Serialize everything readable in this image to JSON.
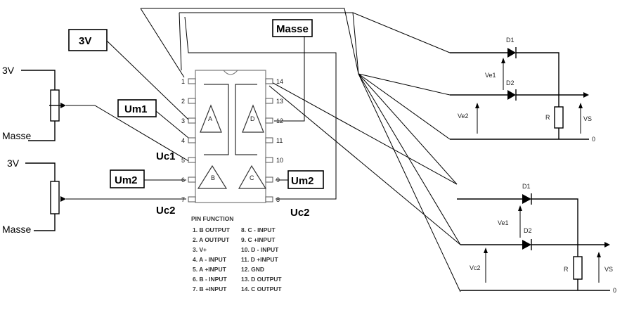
{
  "potentiometers": {
    "top": {
      "supply": "3V",
      "ground": "Masse"
    },
    "bottom": {
      "supply": "3V",
      "ground": "Masse"
    }
  },
  "tags": {
    "supply": "3V",
    "ground": "Masse",
    "um1": "Um1",
    "um2_left": "Um2",
    "um2_right": "Um2",
    "uc1": "Uc1",
    "uc2_left": "Uc2",
    "uc2_right": "Uc2"
  },
  "ic": {
    "left_pins": [
      "1",
      "2",
      "3",
      "4",
      "5",
      "6",
      "7"
    ],
    "right_pins": [
      "14",
      "13",
      "12",
      "11",
      "10",
      "9",
      "8"
    ],
    "opamps": {
      "a": "A",
      "b": "B",
      "c": "C",
      "d": "D"
    },
    "pin_function_title": "PIN FUNCTION",
    "pin_function_left": [
      "1. B OUTPUT",
      "2. A OUTPUT",
      "3. V+",
      "4. A - INPUT",
      "5. A +INPUT",
      "6. B - INPUT",
      "7. B +INPUT"
    ],
    "pin_function_right": [
      "8. C - INPUT",
      "9. C +INPUT",
      "10. D - INPUT",
      "11. D +INPUT",
      "12. GND",
      "13. D OUTPUT",
      "14. C OUTPUT"
    ]
  },
  "circuit_top": {
    "d1": "D1",
    "d2": "D2",
    "ve1": "Ve1",
    "ve2": "Ve2",
    "r": "R",
    "vs": "VS",
    "zero": "0"
  },
  "circuit_bottom": {
    "d1": "D1",
    "d2": "D2",
    "ve1": "Ve1",
    "vc2": "Vc2",
    "r": "R",
    "vs": "VS",
    "zero": "0"
  }
}
